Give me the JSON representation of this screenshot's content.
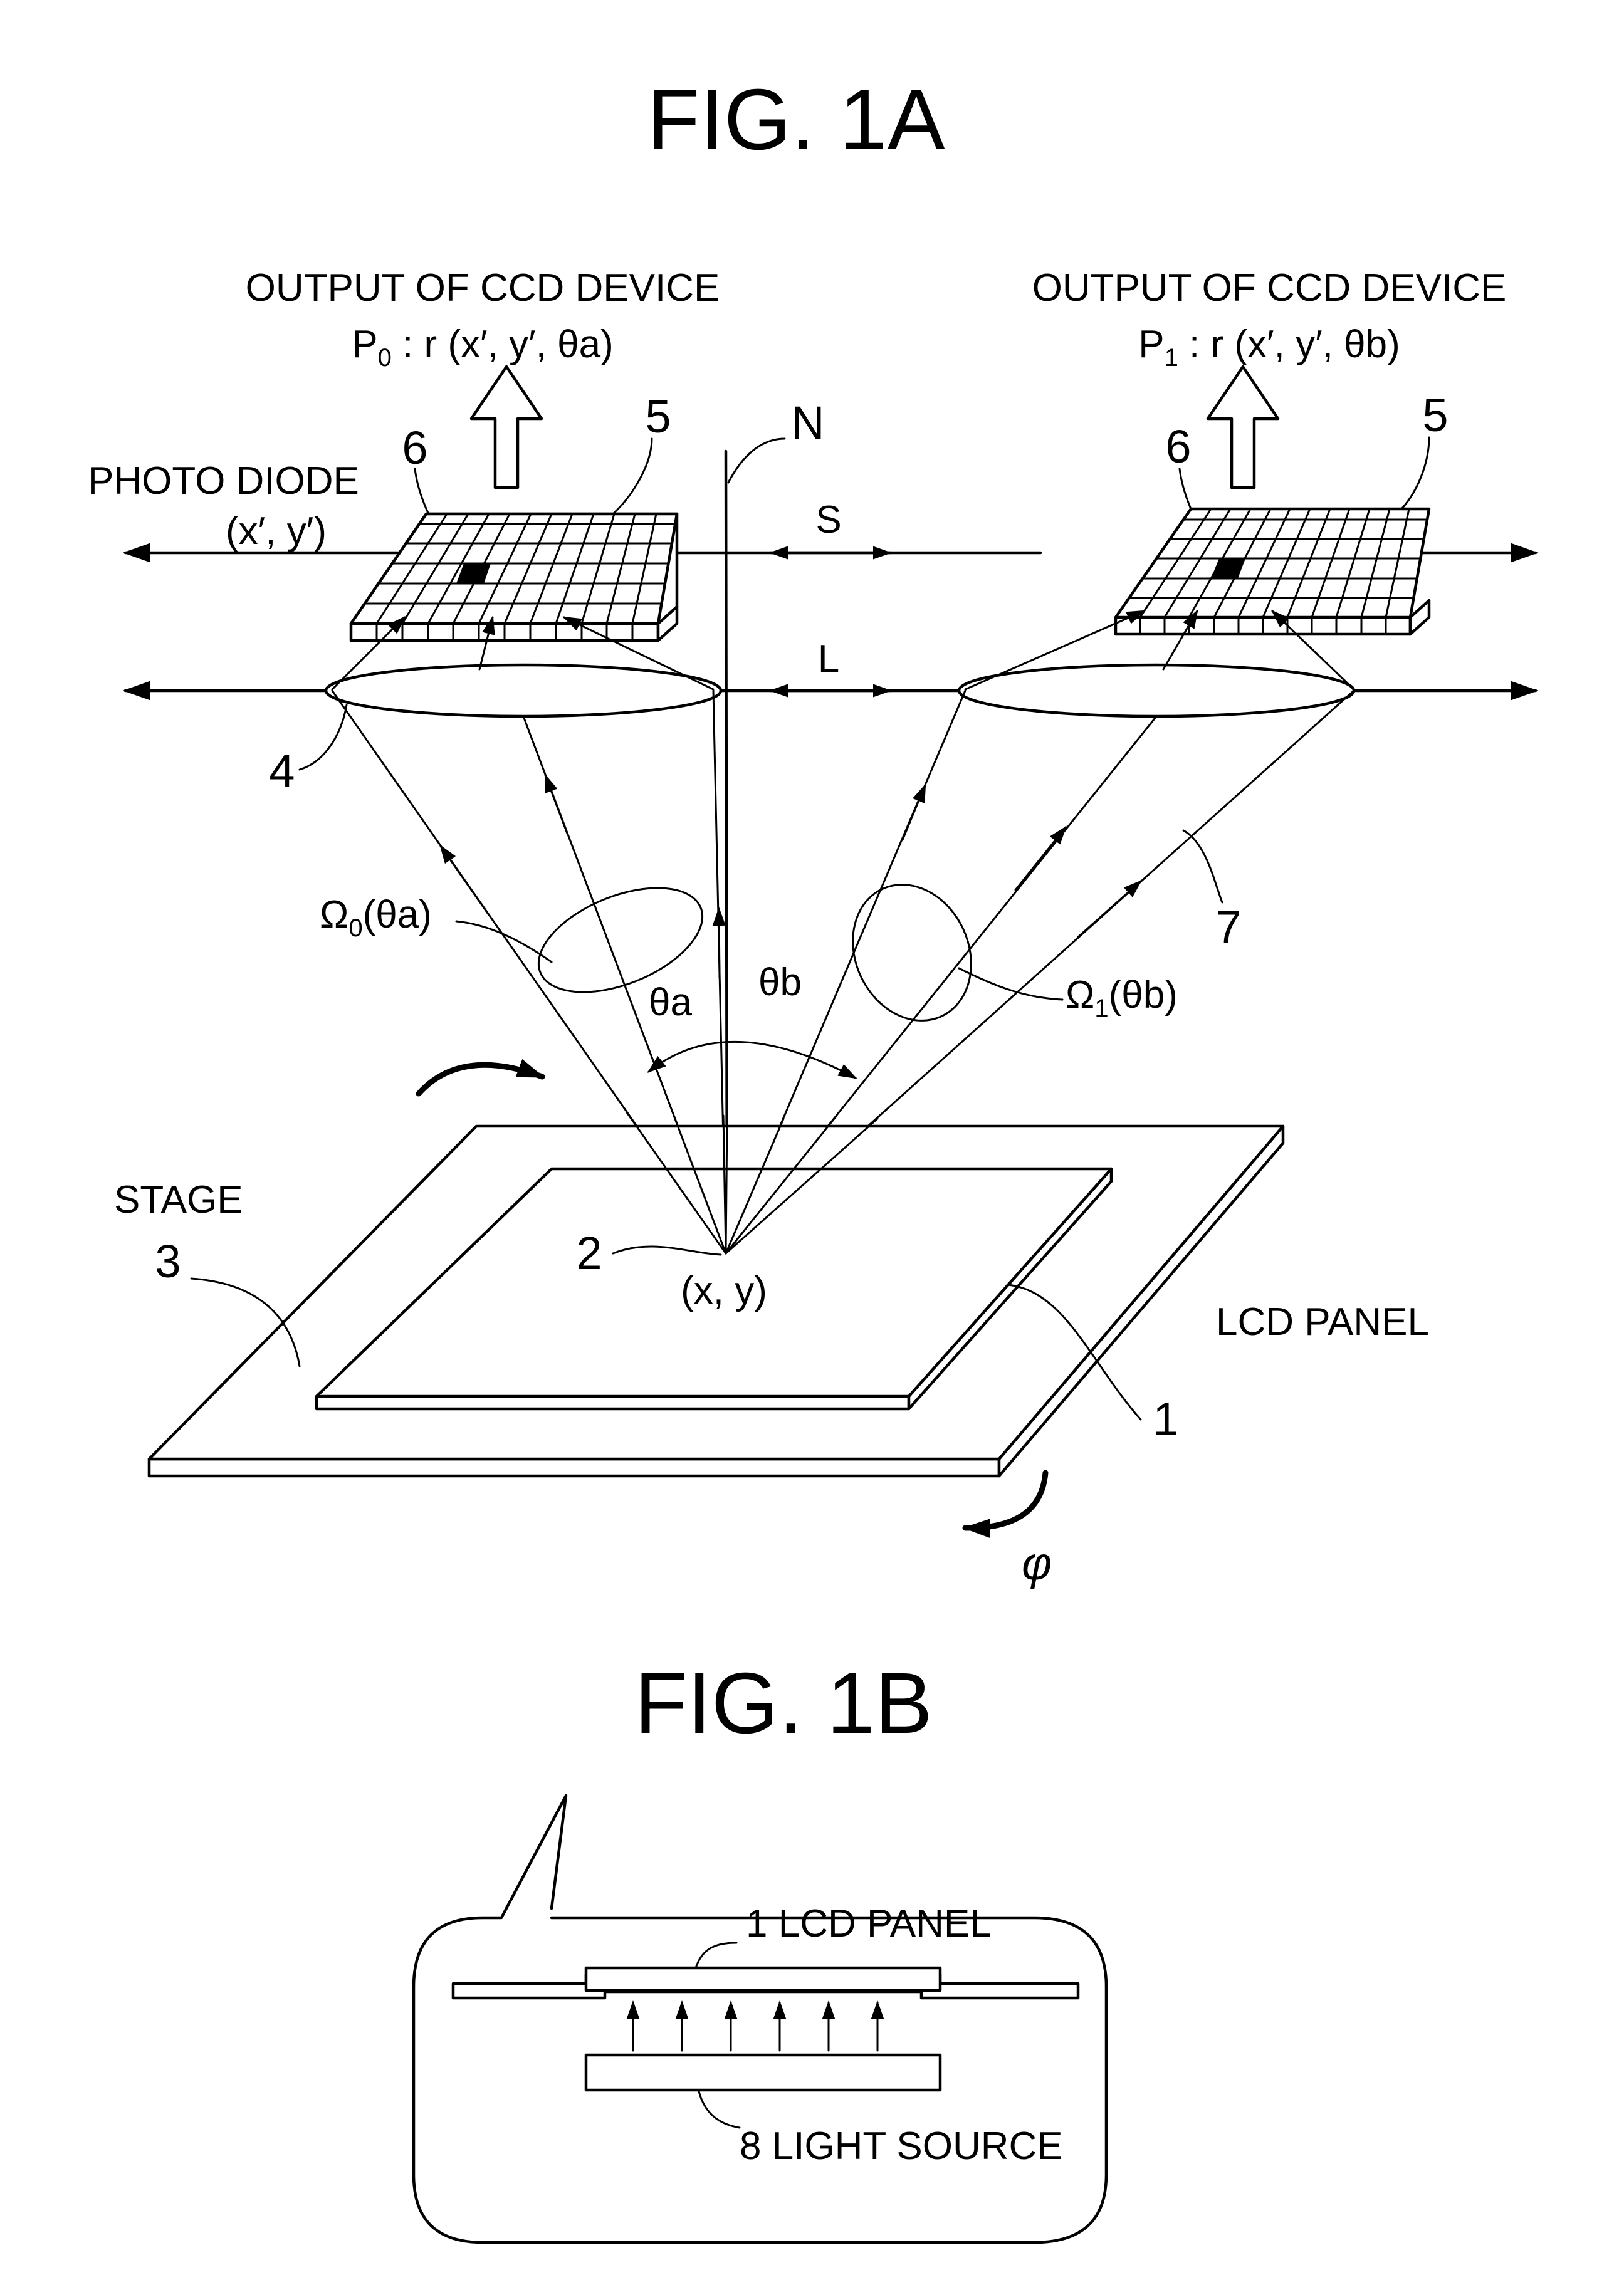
{
  "fig1a": {
    "title": "FIG. 1A",
    "left_output": {
      "line1": "OUTPUT OF CCD DEVICE",
      "p_main": "P",
      "p_sub": "0",
      "p_rest": " : r (x′, y′, θa)"
    },
    "right_output": {
      "line1": "OUTPUT OF CCD DEVICE",
      "p_main": "P",
      "p_sub": "1",
      "p_rest": " : r (x′, y′, θb)"
    },
    "photo_diode": "PHOTO DIODE",
    "photo_diode_coords": "(x′, y′)",
    "axis_n": "N",
    "dist_s": "S",
    "dist_l": "L",
    "omega_left": {
      "main": "Ω",
      "sub": "0",
      "rest": "(θa)"
    },
    "omega_right": {
      "main": "Ω",
      "sub": "1",
      "rest": "(θb)"
    },
    "theta_a": "θa",
    "theta_b": "θb",
    "stage": "STAGE",
    "point_coords": "(x, y)",
    "lcd_panel": "LCD PANEL",
    "phi": "φ",
    "refs": {
      "r1": "1",
      "r2": "2",
      "r3": "3",
      "r4": "4",
      "r5_left": "5",
      "r5_right": "5",
      "r6_left": "6",
      "r6_right": "6",
      "r7": "7"
    }
  },
  "fig1b": {
    "title": "FIG. 1B",
    "lcd_label": "1 LCD PANEL",
    "light_label": "8 LIGHT SOURCE"
  }
}
